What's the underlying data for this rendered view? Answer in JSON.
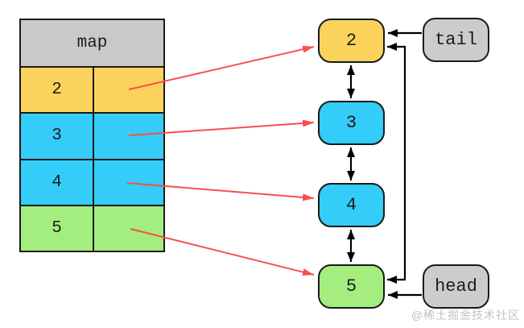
{
  "map_table": {
    "title": "map",
    "header_color": "#C9C9C9",
    "rows": [
      {
        "key": "2",
        "color": "#FBD35C"
      },
      {
        "key": "3",
        "color": "#34CCF8"
      },
      {
        "key": "4",
        "color": "#34CCF8"
      },
      {
        "key": "5",
        "color": "#A3EE7E"
      }
    ]
  },
  "linked_list": {
    "nodes": [
      {
        "label": "2",
        "color": "#FBD35C"
      },
      {
        "label": "3",
        "color": "#34CCF8"
      },
      {
        "label": "4",
        "color": "#34CCF8"
      },
      {
        "label": "5",
        "color": "#A3EE7E"
      }
    ]
  },
  "pointers": {
    "tail": {
      "label": "tail",
      "color": "#CCCCCC"
    },
    "head": {
      "label": "head",
      "color": "#CCCCCC"
    }
  },
  "colors": {
    "map_link_arrow": "#FB4D4D",
    "list_link_arrow": "#000000",
    "border": "#1a1a1a"
  },
  "watermark": "@稀土掘金技术社区"
}
